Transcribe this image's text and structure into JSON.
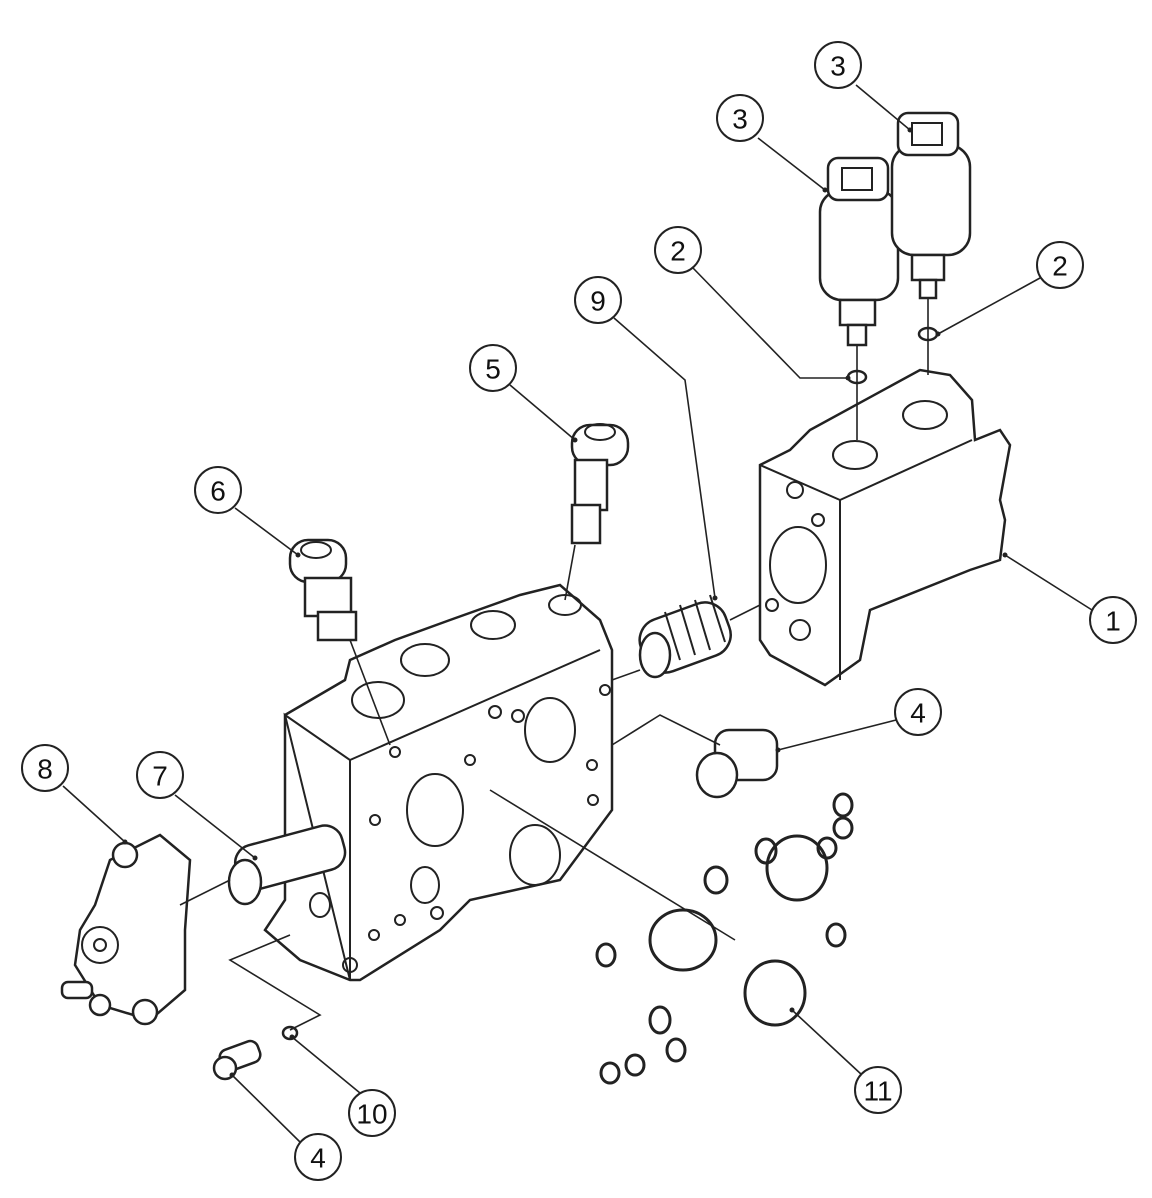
{
  "diagram": {
    "type": "exploded-parts-view",
    "callouts": [
      {
        "id": "callout-3a",
        "label": "3"
      },
      {
        "id": "callout-3b",
        "label": "3"
      },
      {
        "id": "callout-2a",
        "label": "2"
      },
      {
        "id": "callout-2b",
        "label": "2"
      },
      {
        "id": "callout-9",
        "label": "9"
      },
      {
        "id": "callout-5",
        "label": "5"
      },
      {
        "id": "callout-6",
        "label": "6"
      },
      {
        "id": "callout-1",
        "label": "1"
      },
      {
        "id": "callout-4a",
        "label": "4"
      },
      {
        "id": "callout-8",
        "label": "8"
      },
      {
        "id": "callout-7",
        "label": "7"
      },
      {
        "id": "callout-11",
        "label": "11"
      },
      {
        "id": "callout-10",
        "label": "10"
      },
      {
        "id": "callout-4b",
        "label": "4"
      }
    ]
  }
}
